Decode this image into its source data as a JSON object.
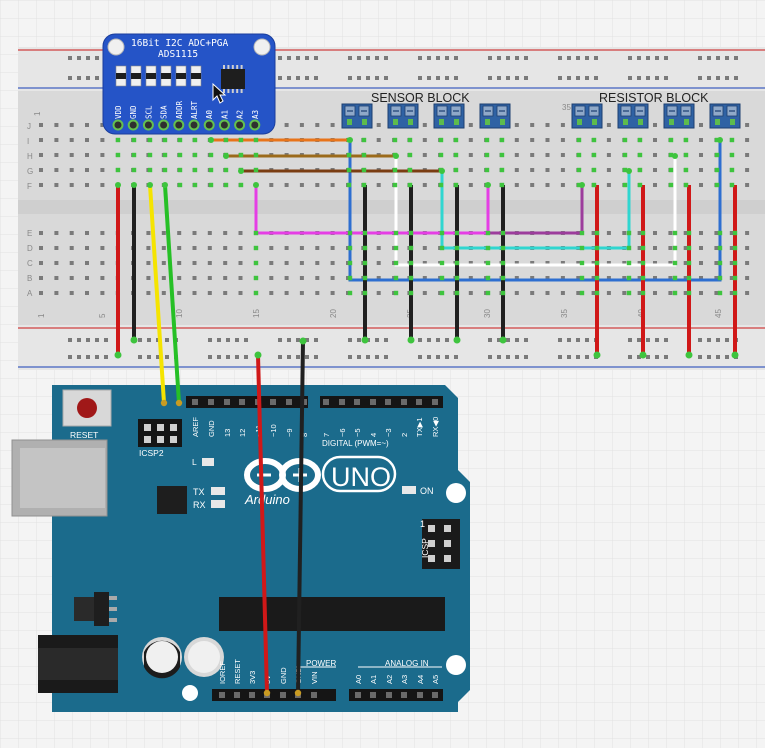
{
  "adc_module": {
    "title": "16Bit I2C ADC+PGA",
    "chip": "ADS1115",
    "pins": [
      "VDD",
      "GND",
      "SCL",
      "SDA",
      "ADDR",
      "ALRT",
      "A0",
      "A1",
      "A2",
      "A3"
    ]
  },
  "breadboard": {
    "sensor_block_label": "SENSOR BLOCK",
    "resistor_block_label": "RESISTOR BLOCK",
    "row_labels_top": [
      "J",
      "I",
      "H",
      "G",
      "F"
    ],
    "row_labels_bottom": [
      "E",
      "D",
      "C",
      "B",
      "A"
    ],
    "column_numbers_top": [
      "1",
      "35"
    ],
    "column_numbers_bottom": [
      "1",
      "5",
      "10",
      "15",
      "20",
      "25",
      "30",
      "35",
      "40",
      "45"
    ]
  },
  "arduino": {
    "brand": "Arduino",
    "model": "UNO",
    "reset_label": "RESET",
    "icsp2_label": "ICSP2",
    "icsp_label": "ICSP",
    "icsp_pin1": "1",
    "led_l": "L",
    "led_tx": "TX",
    "led_rx": "RX",
    "on_label": "ON",
    "digital_label": "DIGITAL (PWM=~)",
    "analog_label": "ANALOG IN",
    "power_label": "POWER",
    "digital_pins": [
      "AREF",
      "GND",
      "13",
      "12",
      "~11",
      "~10",
      "~9",
      "8",
      "7",
      "~6",
      "~5",
      "4",
      "~3",
      "2",
      "TX▶1",
      "RX◀0"
    ],
    "power_pins": [
      "IOREF",
      "RESET",
      "3V3",
      "5V",
      "GND",
      "GND",
      "VIN"
    ],
    "analog_pins": [
      "A0",
      "A1",
      "A2",
      "A3",
      "A4",
      "A5"
    ]
  },
  "colors": {
    "board_blue": "#1b6b8c",
    "module_blue": "#2554c7",
    "terminal_blue": "#2f62a4",
    "wire_red": "#d01818",
    "wire_black": "#202020",
    "wire_yellow": "#f5e400",
    "wire_green": "#26c026",
    "wire_orange": "#e8741a",
    "wire_brown": "#9b6a1b",
    "wire_darkbrown": "#7a3d12",
    "wire_magenta": "#e53ee5",
    "wire_purple": "#9c3c9c",
    "wire_cyan": "#2fd6d0",
    "wire_white": "#ffffff",
    "wire_blue": "#2d6ed0",
    "rail_red": "#d04040",
    "rail_blue": "#4060c0"
  }
}
